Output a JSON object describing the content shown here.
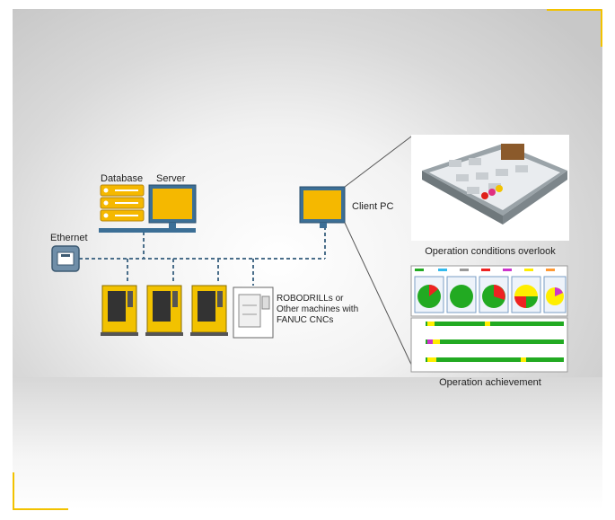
{
  "labels": {
    "database": "Database",
    "server": "Server",
    "ethernet": "Ethernet",
    "client_pc": "Client PC",
    "machines": [
      "ROBODRILLs or",
      "Other machines with",
      "FANUC CNCs"
    ],
    "overlook_caption": "Operation conditions overlook",
    "achievement_caption": "Operation achievement"
  },
  "colors": {
    "accent_yellow": "#f5b800",
    "network_line": "#4a6e8a",
    "frame": "#f2c200"
  },
  "icons": [
    "database-icon",
    "server-monitor-icon",
    "ethernet-port-icon",
    "client-pc-monitor-icon",
    "cnc-machine-icon"
  ]
}
